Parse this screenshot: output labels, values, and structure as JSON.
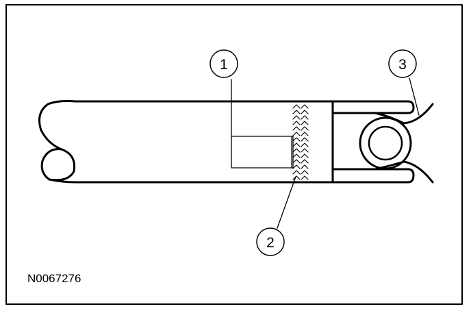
{
  "figure": {
    "reference_code": "N0067276",
    "callouts": [
      {
        "id": "callout-1",
        "label": "1"
      },
      {
        "id": "callout-2",
        "label": "2"
      },
      {
        "id": "callout-3",
        "label": "3"
      }
    ]
  },
  "colors": {
    "ink": "#000000",
    "background": "#ffffff"
  }
}
